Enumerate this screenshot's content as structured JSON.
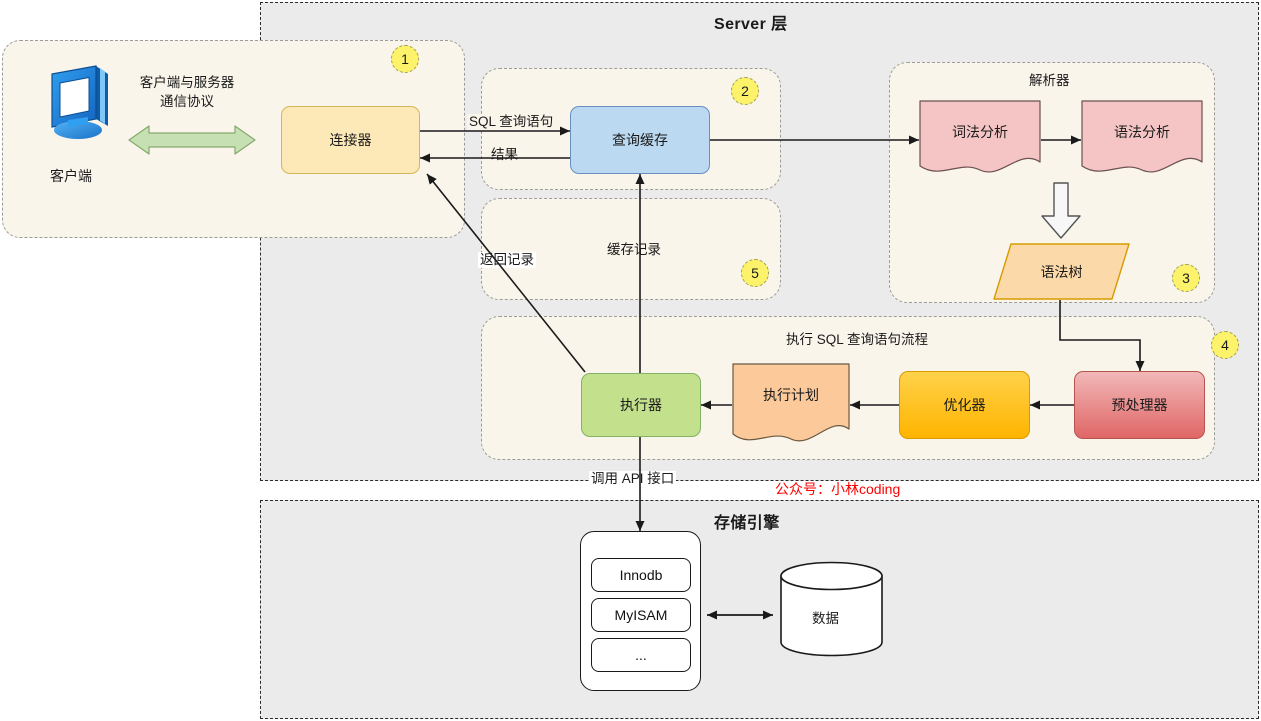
{
  "layers": {
    "server": {
      "title": "Server 层"
    },
    "storage": {
      "title": "存储引擎"
    }
  },
  "client_group": {
    "icon": "monitor-icon",
    "client_label": "客户端",
    "protocol_label_line1": "客户端与服务器",
    "protocol_label_line2": "通信协议",
    "badge": "1"
  },
  "connector": {
    "label": "连接器"
  },
  "query_cache": {
    "group_badge": "2",
    "label": "查询缓存",
    "in_label": "SQL 查询语句",
    "out_label": "结果"
  },
  "cache_record_group": {
    "badge": "5",
    "title": "缓存记录",
    "return_label": "返回记录"
  },
  "parser_group": {
    "title": "解析器",
    "badge": "3",
    "lexical": "词法分析",
    "syntax": "语法分析",
    "tree": "语法树"
  },
  "exec_group": {
    "title": "执行 SQL 查询语句流程",
    "badge": "4",
    "executor": "执行器",
    "plan": "执行计划",
    "optimizer": "优化器",
    "preprocessor": "预处理器"
  },
  "api_label": "调用 API 接口",
  "storage_engine": {
    "engines": [
      "Innodb",
      "MyISAM",
      "..."
    ],
    "data_label": "数据"
  },
  "watermark": {
    "text": "公众号：小林coding"
  },
  "colors": {
    "layer_bg": "#ebebeb",
    "group_bg": "#faf5eb",
    "badge_bg": "#fdf36b",
    "connector": "#fde9b8",
    "query_cache": "#bcd9f2",
    "executor": "#c3e08c",
    "optimizer": "#ffb400",
    "preprocessor": "#e06666",
    "parser_doc": "#f5c5c5",
    "plan_doc": "#fbc99a",
    "syntax_tree": "#fcd9a8",
    "protocol_arrow": "#c6e0b4",
    "watermark": "#ff0000"
  }
}
